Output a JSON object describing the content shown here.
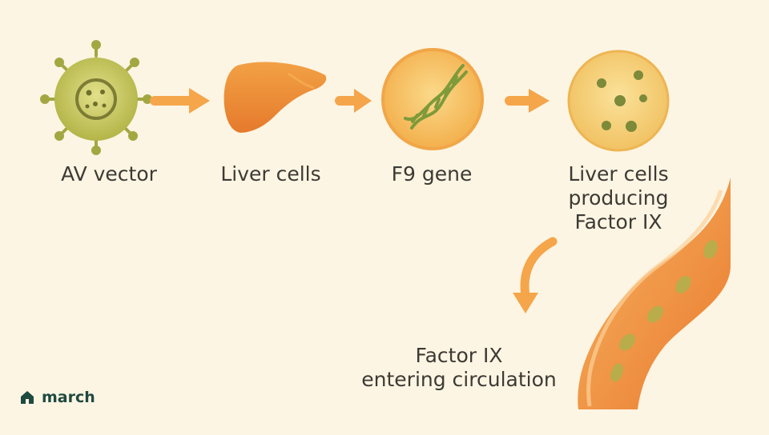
{
  "diagram": {
    "steps": [
      {
        "id": "aav",
        "label": "AV vector",
        "icon": "virus-icon"
      },
      {
        "id": "liver",
        "label": "Liver cells",
        "icon": "liver-icon"
      },
      {
        "id": "gene",
        "label": "F9 gene",
        "icon": "dna-icon"
      },
      {
        "id": "producing",
        "label_lines": [
          "Liver cells",
          "producing",
          "Factor IX"
        ],
        "icon": "cell-icon"
      },
      {
        "id": "circulation",
        "label_lines": [
          "Factor IX",
          "entering circulation"
        ],
        "icon": "blood-vessel-icon"
      }
    ],
    "connectors": [
      "arrow-right",
      "arrow-right",
      "arrow-right",
      "arrow-curved-down"
    ]
  },
  "brand": {
    "logo_text": "march",
    "logo_icon": "house-icon",
    "color": "#1f4a40"
  },
  "colors": {
    "background": "#fcf5e3",
    "arrow": "#f5a54a",
    "virus": "#b7ba4a",
    "liver": "#ea8a35",
    "cell": "#f4bf5c",
    "dna": "#7e9a3a",
    "vessel": "#ef8a35"
  }
}
